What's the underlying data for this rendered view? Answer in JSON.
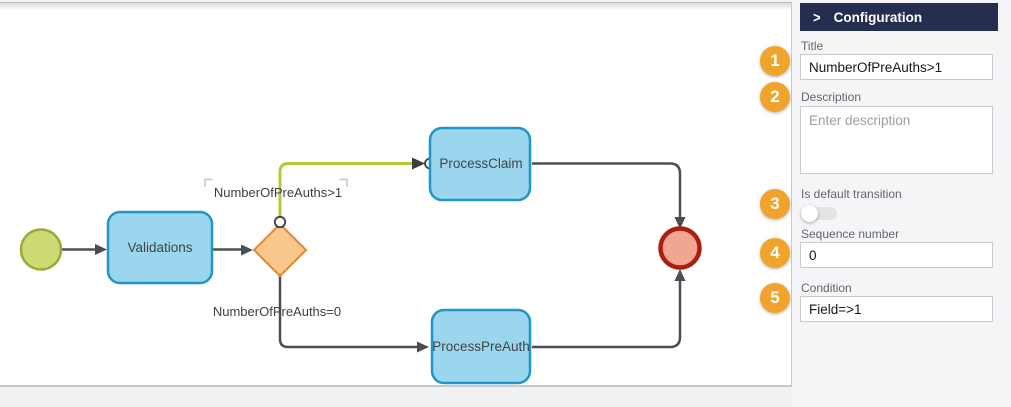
{
  "panel": {
    "header": {
      "chevron": ">",
      "title": "Configuration"
    },
    "fields": {
      "title": {
        "label": "Title",
        "value": "NumberOfPreAuths>1"
      },
      "description": {
        "label": "Description",
        "placeholder": "Enter description",
        "value": ""
      },
      "is_default_transition": {
        "label": "Is default transition",
        "state": "off"
      },
      "sequence_number": {
        "label": "Sequence number",
        "value": "0"
      },
      "condition": {
        "label": "Condition",
        "value": "Field=>1"
      }
    }
  },
  "annotations": {
    "badges": [
      "1",
      "2",
      "3",
      "4",
      "5"
    ]
  },
  "diagram": {
    "nodes": [
      {
        "id": "start",
        "type": "start-event",
        "label": ""
      },
      {
        "id": "validations",
        "type": "task",
        "label": "Validations"
      },
      {
        "id": "gateway",
        "type": "exclusive-gateway",
        "label": ""
      },
      {
        "id": "process-claim",
        "type": "task",
        "label": "ProcessClaim"
      },
      {
        "id": "process-preauth",
        "type": "task",
        "label": "ProcessPreAuth"
      },
      {
        "id": "end",
        "type": "end-event",
        "label": ""
      }
    ],
    "edges": [
      {
        "from": "start",
        "to": "validations",
        "label": ""
      },
      {
        "from": "validations",
        "to": "gateway",
        "label": ""
      },
      {
        "from": "gateway",
        "to": "process-claim",
        "label": "NumberOfPreAuths>1",
        "selected": true
      },
      {
        "from": "gateway",
        "to": "process-preauth",
        "label": "NumberOfPreAuths=0",
        "selected": false
      },
      {
        "from": "process-claim",
        "to": "end",
        "label": ""
      },
      {
        "from": "process-preauth",
        "to": "end",
        "label": ""
      }
    ],
    "colors": {
      "start_fill": "#cdda74",
      "start_stroke": "#9aab33",
      "task_fill": "#9cd6ee",
      "task_stroke": "#1e96c8",
      "gateway_fill": "#f9c78c",
      "gateway_stroke": "#e0882e",
      "end_fill": "#f1a693",
      "end_stroke": "#ab1e10",
      "edge": "#4a4e54",
      "selected_edge": "#b3cb38",
      "badge": "#f1a42c",
      "header_bg": "#252e4e"
    }
  }
}
